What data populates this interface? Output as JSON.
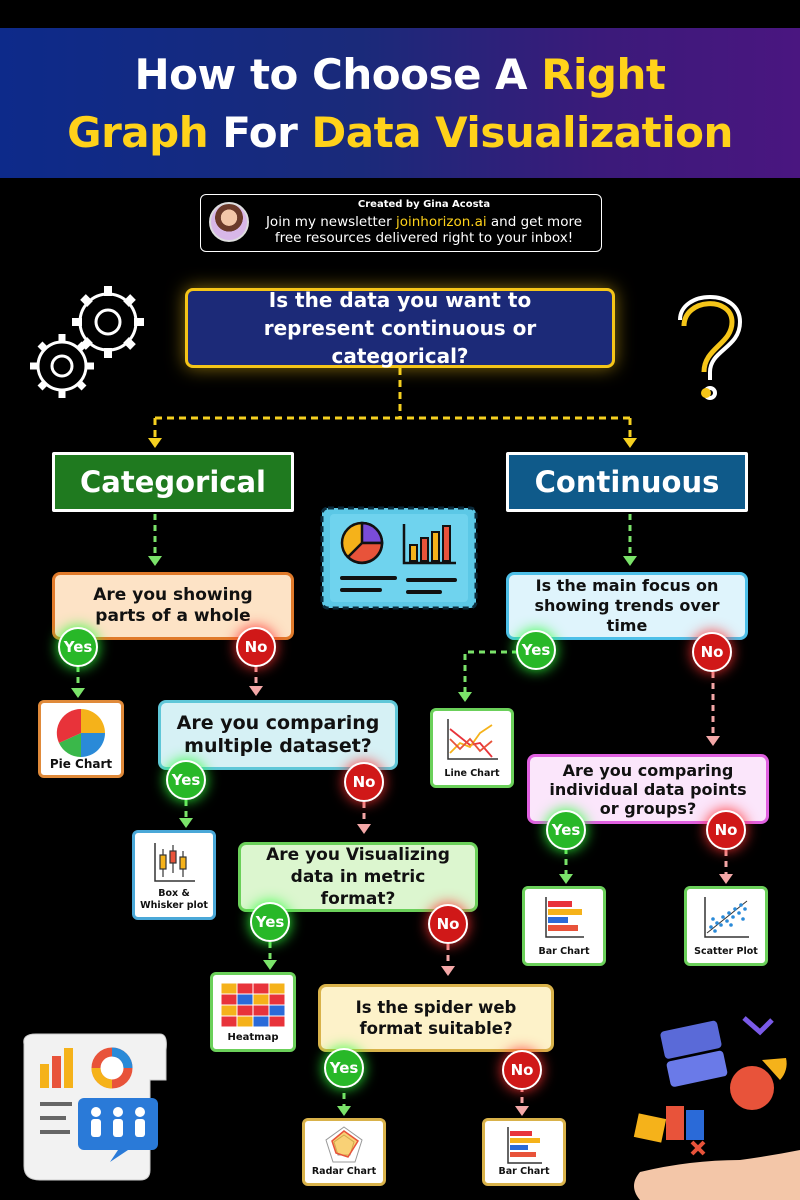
{
  "header": {
    "title_l1_a": "How to Choose A ",
    "title_l1_b": "Right",
    "title_l2_a": "Graph",
    "title_l2_b": " For ",
    "title_l2_c": "Data Visualization"
  },
  "credit": {
    "created_by": "Created by Gina Acosta",
    "line1_a": "Join my newsletter ",
    "link": "joinhorizon.ai",
    "line1_b": " and get more",
    "line2": "free resources delivered right to your inbox!"
  },
  "flow": {
    "main_question": "Is the data you want to represent continuous or categorical?",
    "categorical": "Categorical",
    "continuous": "Continuous",
    "q_parts": "Are you showing parts of a whole",
    "q_multi": "Are you comparing multiple dataset?",
    "q_metric": "Are you Visualizing data in metric format?",
    "q_spider": "Is the spider web format suitable?",
    "q_trends": "Is the main focus on showing trends over time",
    "q_compare": "Are you comparing individual data points or groups?",
    "yes": "Yes",
    "no": "No"
  },
  "results": {
    "pie": "Pie Chart",
    "box_l1": "Box &",
    "box_l2": "Whisker plot",
    "heatmap": "Heatmap",
    "radar": "Radar Chart",
    "bar_left": "Bar Chart",
    "line": "Line Chart",
    "bar_right": "Bar Chart",
    "scatter": "Scatter Plot"
  },
  "colors": {
    "accent_yellow": "#ffd21a",
    "yes_green": "#28b828",
    "no_red": "#d01818"
  }
}
